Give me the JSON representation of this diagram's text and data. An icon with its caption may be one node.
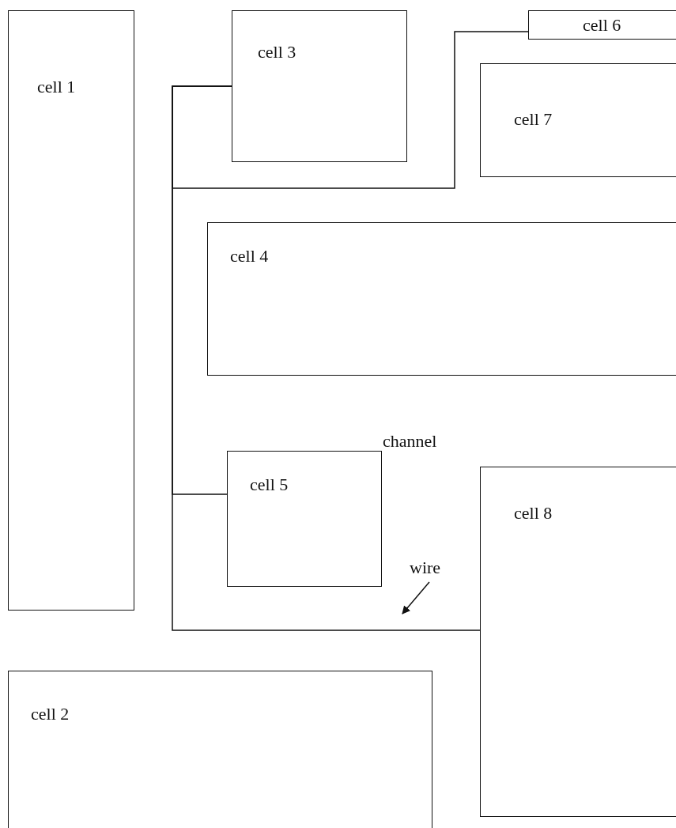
{
  "diagram": {
    "nodes": [
      {
        "text": [
          "cell 1"
        ]
      },
      {
        "text": [
          "cell 3"
        ]
      },
      {
        "text": [
          "cell 6"
        ]
      },
      {
        "text": [
          "cell 7"
        ]
      },
      {
        "text": [
          "cell 4"
        ]
      },
      {
        "text": [
          "cell 5"
        ]
      },
      {
        "text": [
          "cell 8"
        ]
      },
      {
        "text": [
          "wire"
        ]
      },
      {
        "text": [
          "cell 2"
        ]
      }
    ],
    "edges": [
      {
        "from": 1,
        "to": 2,
        "arrow": "none"
      },
      {
        "from": 1,
        "to": 5,
        "arrow": "none"
      },
      {
        "from": 1,
        "to": 6,
        "arrow": "none"
      },
      {
        "from": 7,
        "to": null,
        "arrow": "to"
      }
    ],
    "labels": [
      "channel"
    ]
  }
}
